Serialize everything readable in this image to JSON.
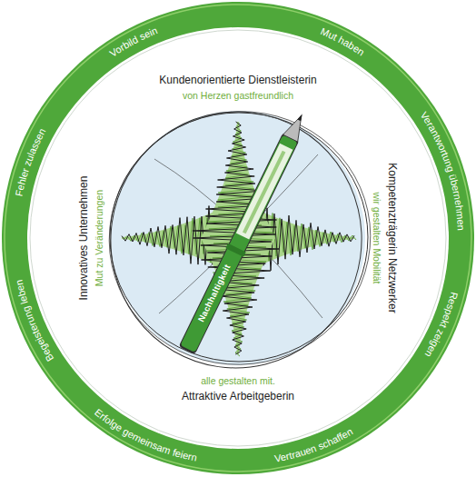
{
  "diagram": {
    "nodes": [
      {
        "text": [
          "Vorbild sein",
          "Mut haben",
          "Verantwortung übernehmen",
          "Respekt zeigen",
          "Vertrauen schaffen",
          "Erfolge gemeinsam feiern",
          "Begeisterung leben",
          "Fehler zulassen"
        ]
      },
      {
        "text": [
          "Kundenorientierte Dienstleisterin",
          "von Herzen gastfreundlich",
          "Kompetenzträgerin Netzwerker",
          "wir gestalten Mobilität",
          "Attraktive Arbeitgeberin",
          "alle gestalten mit.",
          "Innovatives Unternehmen",
          "Mut zu Veränderungen"
        ],
        "in": 0
      }
    ],
    "labels": [
      "Nachhaltigkeit"
    ]
  }
}
